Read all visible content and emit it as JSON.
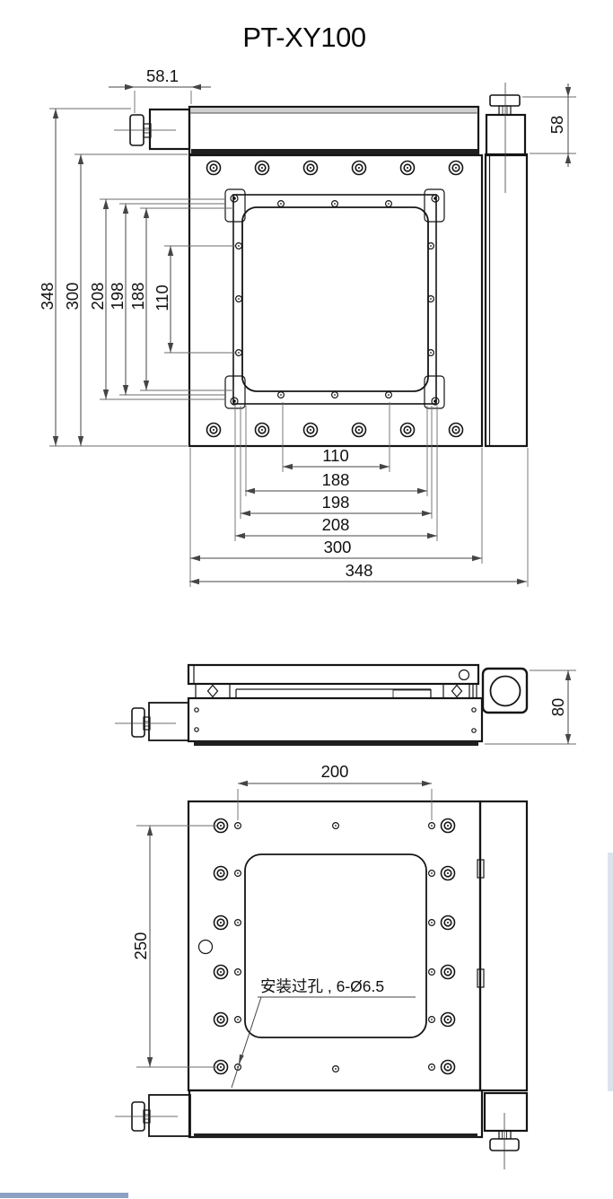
{
  "title": "PT-XY100",
  "colors": {
    "line": "#151515",
    "dimension": "#454545",
    "background": "#ffffff"
  },
  "top_view": {
    "dim_crank_offset": "58.1",
    "dim_crank_height": "58",
    "dims_left": [
      "348",
      "300",
      "208",
      "198",
      "188",
      "110"
    ],
    "dims_bottom": [
      "110",
      "188",
      "198",
      "208",
      "300",
      "348"
    ]
  },
  "side_view": {
    "dim_height": "80"
  },
  "bottom_view": {
    "dim_hole_pitch_h": "200",
    "dim_hole_pitch_v": "250",
    "annotation": "安装过孔 , 6-Ø6.5"
  }
}
